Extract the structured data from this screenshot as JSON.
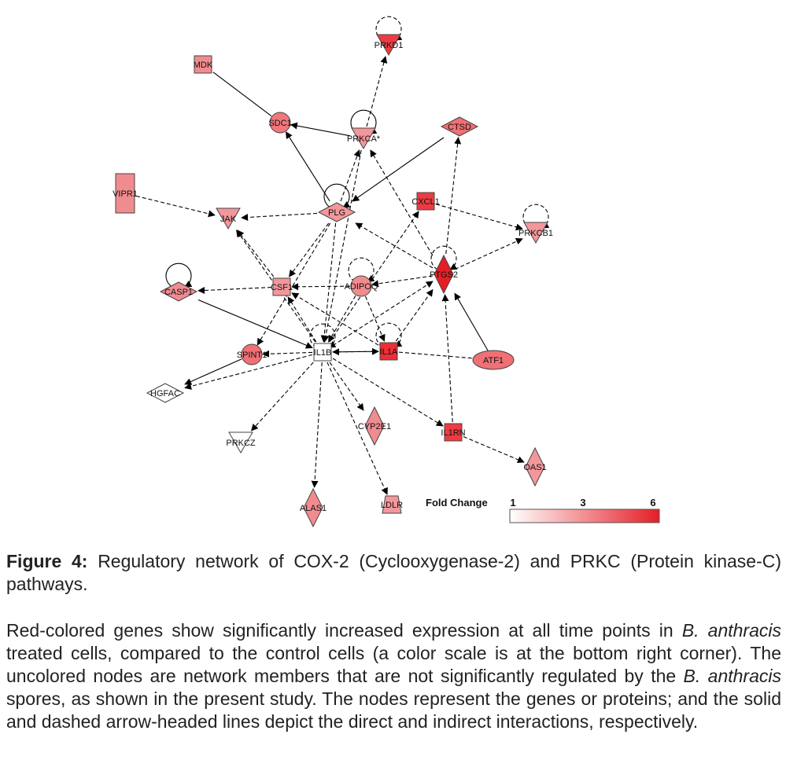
{
  "nodes": [
    {
      "id": "PRKD1",
      "label": "PRKD1",
      "shape": "triangle-down",
      "fill": "#ee3b42",
      "selfloop": "dashed"
    },
    {
      "id": "MDK",
      "label": "MDK",
      "shape": "rect",
      "fill": "#f08c90"
    },
    {
      "id": "SDC1",
      "label": "SDC1",
      "shape": "circle",
      "fill": "#f0777c"
    },
    {
      "id": "PRKCA",
      "label": "PRKCA*",
      "shape": "triangle-down",
      "fill": "#f3979b",
      "selfloop": "solid"
    },
    {
      "id": "CTSD",
      "label": "CTSD",
      "shape": "diamond",
      "fill": "#f07075"
    },
    {
      "id": "VIPR1",
      "label": "VIPR1",
      "shape": "rect-tall",
      "fill": "#f08c90"
    },
    {
      "id": "PLG",
      "label": "PLG",
      "shape": "diamond",
      "fill": "#f3979b",
      "selfloop": "solid"
    },
    {
      "id": "CXCL1",
      "label": "CXCL1",
      "shape": "rect",
      "fill": "#ee3b42"
    },
    {
      "id": "JAK",
      "label": "JAK",
      "shape": "triangle-down",
      "fill": "#f3979b"
    },
    {
      "id": "PRKCB1",
      "label": "PRKCB1",
      "shape": "triangle-down",
      "fill": "#f3979b",
      "selfloop": "dashed"
    },
    {
      "id": "CASP1",
      "label": "CASP1",
      "shape": "diamond",
      "fill": "#f08c90",
      "selfloop": "solid"
    },
    {
      "id": "CSF1",
      "label": "CSF1",
      "shape": "rect",
      "fill": "#f3979b"
    },
    {
      "id": "ADIPOQ",
      "label": "ADIPOQ",
      "shape": "circle",
      "fill": "#f08c90",
      "selfloop": "dashed"
    },
    {
      "id": "PTGS2",
      "label": "PTGS2",
      "shape": "diamond-tall",
      "fill": "#e51e26",
      "selfloop": "dashed"
    },
    {
      "id": "SPINT1",
      "label": "SPINT1",
      "shape": "circle",
      "fill": "#f07075"
    },
    {
      "id": "IL1B",
      "label": "IL1B",
      "shape": "rect",
      "fill": "#ffffff",
      "selfloop": "dashed"
    },
    {
      "id": "IL1A",
      "label": "IL1A",
      "shape": "rect",
      "fill": "#ee2e35",
      "selfloop": "dashed"
    },
    {
      "id": "ATF1",
      "label": "ATF1",
      "shape": "ellipse",
      "fill": "#f07075"
    },
    {
      "id": "HGFAC",
      "label": "HGFAC",
      "shape": "diamond",
      "fill": "#ffffff"
    },
    {
      "id": "CYP2E1",
      "label": "CYP2E1",
      "shape": "diamond-tall",
      "fill": "#f08c90"
    },
    {
      "id": "IL1RN",
      "label": "IL1RN",
      "shape": "rect",
      "fill": "#ee3b42"
    },
    {
      "id": "PRKCZ",
      "label": "PRKCZ",
      "shape": "triangle-down",
      "fill": "#ffffff"
    },
    {
      "id": "OAS1",
      "label": "OAS1",
      "shape": "diamond-tall",
      "fill": "#f3979b"
    },
    {
      "id": "ALAS1",
      "label": "ALAS1",
      "shape": "diamond-tall",
      "fill": "#f08c90"
    },
    {
      "id": "LDLR",
      "label": "LDLR",
      "shape": "trapezoid",
      "fill": "#f3979b"
    }
  ],
  "edges": [
    {
      "from": "MDK",
      "to": "SDC1",
      "style": "solid",
      "arrow": false
    },
    {
      "from": "PRKCA",
      "to": "SDC1",
      "style": "solid",
      "arrow": true
    },
    {
      "from": "PRKCA",
      "to": "PRKD1",
      "style": "dashed",
      "arrow": true
    },
    {
      "from": "PLG",
      "to": "SDC1",
      "style": "solid",
      "arrow": true
    },
    {
      "from": "PLG",
      "to": "PRKCA",
      "style": "dashed",
      "arrow": true
    },
    {
      "from": "CTSD",
      "to": "PLG",
      "style": "solid",
      "arrow": true
    },
    {
      "from": "VIPR1",
      "to": "JAK",
      "style": "dashed",
      "arrow": true
    },
    {
      "from": "PLG",
      "to": "JAK",
      "style": "dashed",
      "arrow": true
    },
    {
      "from": "CXCL1",
      "to": "PRKCB1",
      "style": "dashed",
      "arrow": true
    },
    {
      "from": "PTGS2",
      "to": "PRKCB1",
      "style": "dashed",
      "arrow": true
    },
    {
      "from": "PTGS2",
      "to": "PLG",
      "style": "dashed",
      "arrow": true
    },
    {
      "from": "PTGS2",
      "to": "PRKCA",
      "style": "dashed",
      "arrow": true
    },
    {
      "from": "PTGS2",
      "to": "CTSD",
      "style": "dashed",
      "arrow": true
    },
    {
      "from": "CSF1",
      "to": "CASP1",
      "style": "dashed",
      "arrow": true
    },
    {
      "from": "CASP1",
      "to": "IL1B",
      "style": "solid",
      "arrow": true
    },
    {
      "from": "CSF1",
      "to": "JAK",
      "style": "dashed",
      "arrow": true
    },
    {
      "from": "IL1B",
      "to": "JAK",
      "style": "dashed",
      "arrow": true
    },
    {
      "from": "PLG",
      "to": "CSF1",
      "style": "dashed",
      "arrow": true
    },
    {
      "from": "ADIPOQ",
      "to": "CSF1",
      "style": "dashed",
      "arrow": true
    },
    {
      "from": "PTGS2",
      "to": "ADIPOQ",
      "style": "dashed",
      "arrow": true
    },
    {
      "from": "IL1B",
      "to": "CSF1",
      "style": "dashed",
      "arrow": true
    },
    {
      "from": "IL1A",
      "to": "CSF1",
      "style": "dashed",
      "arrow": true
    },
    {
      "from": "IL1B",
      "to": "CXCL1",
      "style": "dashed",
      "arrow": true
    },
    {
      "from": "IL1B",
      "to": "PTGS2",
      "style": "dashed",
      "arrow": true
    },
    {
      "from": "IL1A",
      "to": "PTGS2",
      "style": "dashed",
      "arrow": true
    },
    {
      "from": "ADIPOQ",
      "to": "IL1B",
      "style": "dashed",
      "arrow": true
    },
    {
      "from": "ADIPOQ",
      "to": "IL1A",
      "style": "dashed",
      "arrow": true
    },
    {
      "from": "PLG",
      "to": "IL1B",
      "style": "dashed",
      "arrow": true
    },
    {
      "from": "PRKCA",
      "to": "IL1B",
      "style": "dashed",
      "arrow": true
    },
    {
      "from": "IL1B",
      "to": "SPINT1",
      "style": "dashed",
      "arrow": true
    },
    {
      "from": "SPINT1",
      "to": "HGFAC",
      "style": "solid",
      "arrow": true
    },
    {
      "from": "IL1B",
      "to": "HGFAC",
      "style": "dashed",
      "arrow": true
    },
    {
      "from": "IL1A",
      "to": "IL1B",
      "style": "dashed",
      "arrow": true
    },
    {
      "from": "IL1B",
      "to": "IL1A",
      "style": "dashed",
      "arrow": true
    },
    {
      "from": "IL1A",
      "to": "ATF1",
      "style": "dashed",
      "arrow": true
    },
    {
      "from": "ATF1",
      "to": "PTGS2",
      "style": "solid",
      "arrow": true
    },
    {
      "from": "IL1RN",
      "to": "PTGS2",
      "style": "dashed",
      "arrow": true
    },
    {
      "from": "IL1B",
      "to": "IL1RN",
      "style": "dashed",
      "arrow": true
    },
    {
      "from": "IL1RN",
      "to": "OAS1",
      "style": "dashed",
      "arrow": true
    },
    {
      "from": "IL1B",
      "to": "CYP2E1",
      "style": "dashed",
      "arrow": true
    },
    {
      "from": "IL1B",
      "to": "PRKCZ",
      "style": "dashed",
      "arrow": true
    },
    {
      "from": "IL1B",
      "to": "ALAS1",
      "style": "dashed",
      "arrow": true
    },
    {
      "from": "IL1B",
      "to": "LDLR",
      "style": "dashed",
      "arrow": true
    },
    {
      "from": "PLG",
      "to": "SPINT1",
      "style": "dashed",
      "arrow": true
    }
  ],
  "legend": {
    "title": "Fold Change",
    "ticks": [
      "1",
      "3",
      "6"
    ],
    "color_low": "#ffffff",
    "color_high": "#e51e26"
  },
  "caption": {
    "figure_number": "Figure 4:",
    "title_text": " Regulatory network of COX-2 (Cyclooxygenase-2) and PRKC (Protein kinase-C) pathways.",
    "body_part1": "Red-colored genes show significantly increased expression at all time points in ",
    "italic1": "B. anthracis",
    "body_part2": " treated cells, compared to the control cells (a color scale is at the bottom right corner). The uncolored nodes are network members that are not significantly regulated by the ",
    "italic2": "B. anthracis",
    "body_part3": " spores, as shown in the present study. The nodes represent the genes or proteins; and the solid and dashed arrow-headed lines depict the direct and indirect interactions, respectively."
  }
}
